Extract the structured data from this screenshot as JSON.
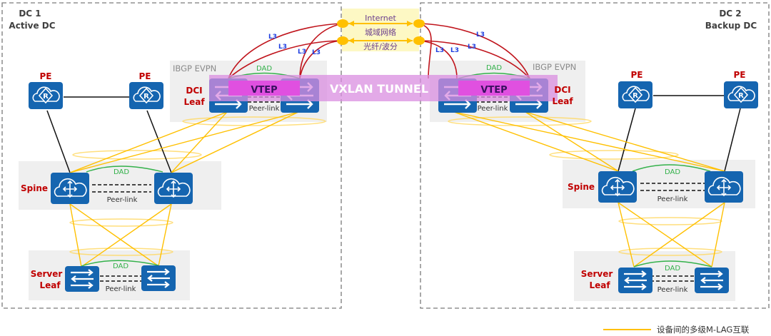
{
  "dc1": {
    "title": "DC 1",
    "subtitle": "Active DC"
  },
  "dc2": {
    "title": "DC 2",
    "subtitle": "Backup DC"
  },
  "roles": {
    "pe": "PE",
    "dci_leaf_line1": "DCI",
    "dci_leaf_line2": "Leaf",
    "spine": "Spine",
    "server_leaf_line1": "Server",
    "server_leaf_line2": "Leaf"
  },
  "labels": {
    "ibgp_evpn": "IBGP EVPN",
    "dad": "DAD",
    "peer_link": "Peer-link",
    "l3": "L3",
    "vtep": "VTEP",
    "vxlan_tunnel": "VXLAN TUNNEL"
  },
  "wan": {
    "items": [
      "Internet",
      "城域网络",
      "光纤/波分"
    ]
  },
  "legend": {
    "mlag_label": "设备间的多级M-LAG互联",
    "mlag_color": "#ffc000"
  },
  "colors": {
    "device_blue": "#1565b0",
    "role_red": "#c00000",
    "l3_link": "#c0141c",
    "dad_green": "#33b14a",
    "vxlan_purple": "#d98ee0",
    "vtep_magenta": "#e050e0",
    "wan_bg": "#fdf8c4"
  }
}
